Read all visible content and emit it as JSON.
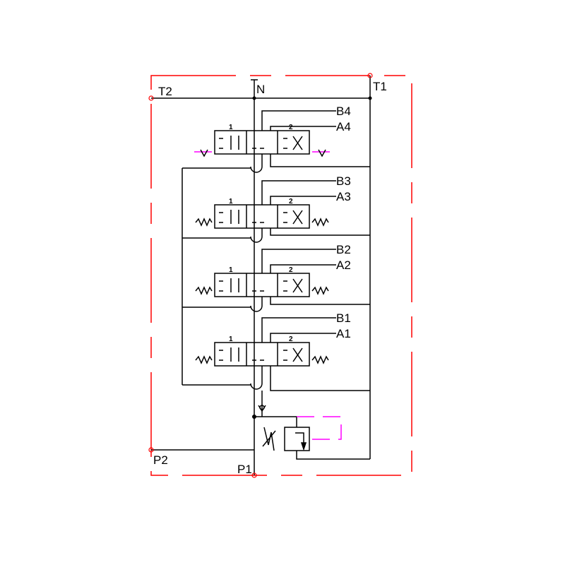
{
  "labels": {
    "t2": "T2",
    "n": "N",
    "t1": "T1",
    "p2": "P2",
    "p1": "P1"
  },
  "sections": [
    {
      "b": "B4",
      "a": "A4",
      "pos1": "1",
      "pos2": "2",
      "actuator": "detent"
    },
    {
      "b": "B3",
      "a": "A3",
      "pos1": "1",
      "pos2": "2",
      "actuator": "spring"
    },
    {
      "b": "B2",
      "a": "A2",
      "pos1": "1",
      "pos2": "2",
      "actuator": "spring"
    },
    {
      "b": "B1",
      "a": "A1",
      "pos1": "1",
      "pos2": "2",
      "actuator": "spring"
    }
  ],
  "colors": {
    "line": "#000000",
    "border": "#ff0000",
    "pilot": "#ff00ff"
  }
}
